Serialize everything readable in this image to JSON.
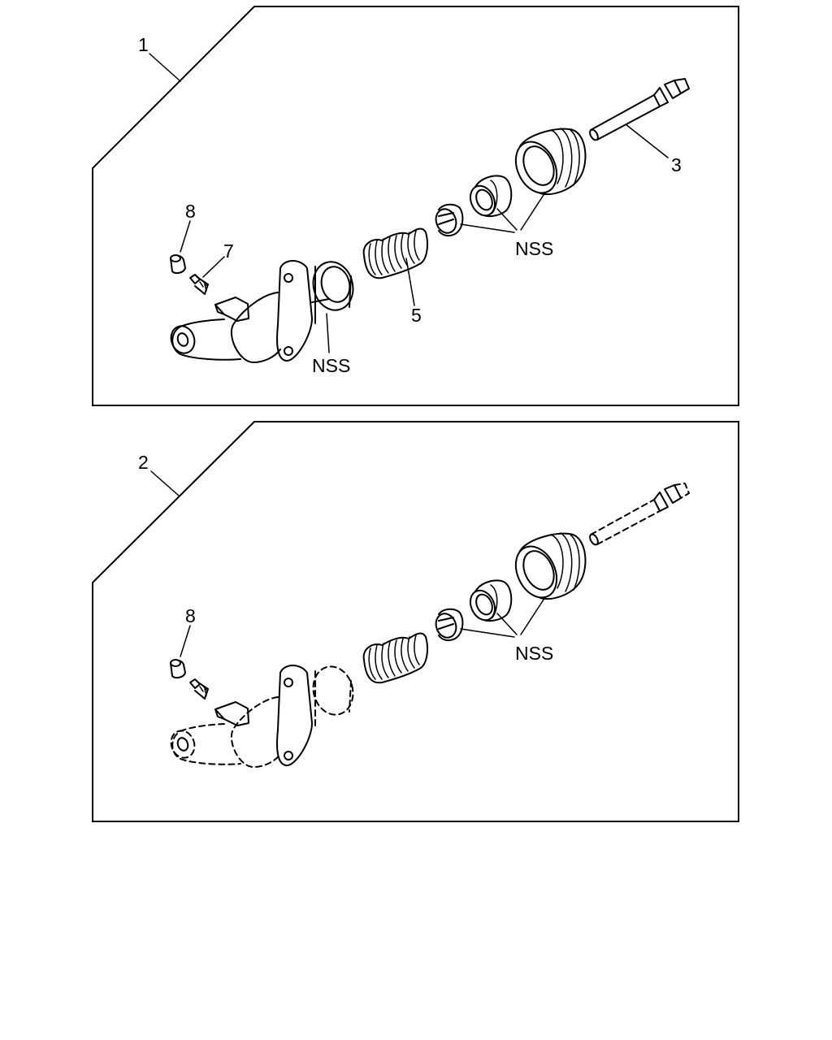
{
  "panels": [
    {
      "label": "1",
      "callouts": {
        "item_8": "8",
        "item_7": "7",
        "item_5": "5",
        "item_3": "3",
        "nss_upper": "NSS",
        "nss_lower": "NSS"
      }
    },
    {
      "label": "2",
      "callouts": {
        "item_8": "8",
        "nss_upper": "NSS"
      }
    }
  ]
}
